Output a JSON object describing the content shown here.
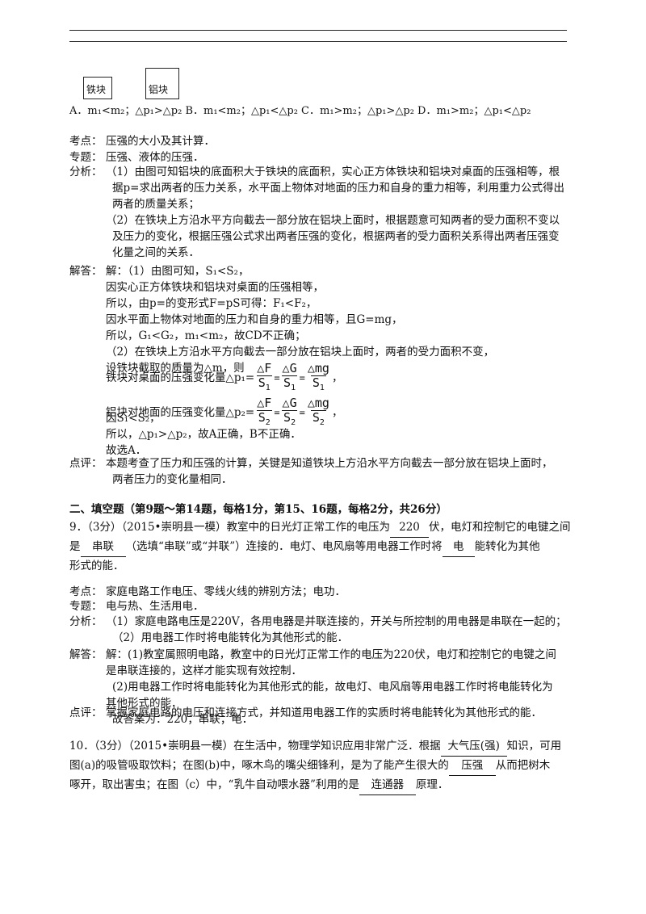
{
  "figure": {
    "box1": "铁块",
    "box2": "铝块"
  },
  "options_line": "A．m₁<m₂；△p₁>△p₂ B．m₁<m₂；△p₁<△p₂ C．m₁>m₂；△p₁>△p₂ D．m₁>m₂；△p₁<△p₂",
  "q8": {
    "kaodian_label": "考点：",
    "kaodian": "压强的大小及其计算．",
    "zhuanti_label": "专题：",
    "zhuanti": "压强、液体的压强．",
    "fenxi_label": "分析：",
    "fenxi": [
      "（1）由图可知铝块的底面积大于铁块的底面积，实心正方体铁块和铝块对桌面的压强相等，根",
      "据p=求出两者的压力关系，水平面上物体对地面的压力和自身的重力相等，利用重力公式得出",
      "两者的质量关系；",
      "（2）在铁块上方沿水平方向截去一部分放在铝块上面时，根据题意可知两者的受力面积不变以",
      "及压力的变化，根据压强公式求出两者压强的变化，根据两者的受力面积关系得出两者压强变",
      "化量之间的关系．"
    ],
    "jieda_label": "解答：",
    "jieda": [
      "解：（1）由图可知，S₁<S₂，",
      "因实心正方体铁块和铝块对桌面的压强相等，",
      "所以，由p=的变形式F=pS可得：F₁<F₂，",
      "因水平面上物体对地面的压力和自身的重力相等，且G=mg，",
      "所以，G₁<G₂，m₁<m₂，故CD不正确；",
      "（2）在铁块上方沿水平方向截去一部分放在铝块上面时，两者的受力面积不变，",
      "设铁块截取的质量为△m，则"
    ],
    "formula1_prefix": "铁块对桌面的压强变化量△p₁=",
    "formula2_prefix": "铝块对地面的压强变化量△p₂=",
    "frac_dF": "△F",
    "frac_dG": "△G",
    "frac_dmg": "△mg",
    "frac_S1": "S",
    "frac_S2": "S",
    "sub1": "1",
    "sub2": "2",
    "eq_sign": "=",
    "comma": "，",
    "jieda_end": [
      "因S₁<S₂，",
      "所以，△p₁>△p₂，故A正确，B不正确．",
      "故选A．"
    ],
    "dianping_label": "点评：",
    "dianping": [
      "本题考查了压力和压强的计算，关键是知道铁块上方沿水平方向截去一部分放在铝块上面时，",
      "两者压力的变化量相同．"
    ]
  },
  "section2_heading": "二、填空题（第9题～第14题，每格1分，第15、16题，每格2分，共26分）",
  "q9": {
    "line1_a": "9．（3分）（2015•崇明县一模）教室中的日光灯正常工作的电压为",
    "blank1": "220",
    "line1_b": "伏，电灯和控制它的电键之间",
    "line2_a": "是",
    "blank2": "串联",
    "line2_b": "（选填“串联”或“并联”）连接的．电灯、电风扇等用电器工作时将",
    "blank3": "电",
    "line2_c": "能转化为其他",
    "line3": "形式的能．",
    "kaodian_label": "考点：",
    "kaodian": "家庭电路工作电压、零线火线的辨别方法；电功．",
    "zhuanti_label": "专题：",
    "zhuanti": "电与热、生活用电．",
    "fenxi_label": "分析：",
    "fenxi": [
      "（1）家庭电路电压是220V，各用电器是并联连接的，开关与所控制的用电器是串联在一起的；",
      "（2）用电器工作时将电能转化为其他形式的能．"
    ],
    "jieda_label": "解答：",
    "jieda": [
      "解：(1)教室属照明电路，教室中的日光灯正常工作的电压为220伏，电灯和控制它的电键之间",
      "是串联连接的，这样才能实现有效控制．",
      "(2)用电器工作时将电能转化为其他形式的能，故电灯、电风扇等用电器工作时将电能转化为",
      "其他形式的能．",
      "故答案为：220；串联；电．"
    ],
    "dianping_label": "点评：",
    "dianping": "掌握家庭电路的电压和连接方式，并知道用电器工作的实质时将电能转化为其他形式的能．"
  },
  "q10": {
    "line1_a": "10．（3分）（2015•崇明县一模）在生活中，物理学知识应用非常广泛．根据",
    "blank1": "大气压(强)",
    "line1_b": "知识，可用",
    "line2_a": "图(a)的吸管吸取饮料；在图(b)中，啄木鸟的嘴尖细锋利，是为了能产生很大的",
    "blank2": "压强",
    "line2_b": "从而把树木",
    "line3_a": "啄开，取出害虫；在图（c）中，“乳牛自动喂水器”利用的是",
    "blank3": "连通器",
    "line3_b": "原理．"
  }
}
